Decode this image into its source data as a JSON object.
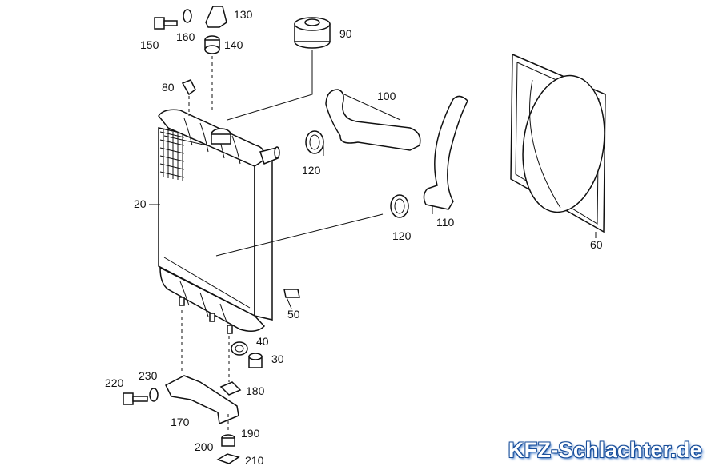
{
  "diagram": {
    "callouts": {
      "c130": "130",
      "c150": "150",
      "c160": "160",
      "c140": "140",
      "c90": "90",
      "c80": "80",
      "c100": "100",
      "c120a": "120",
      "c120b": "120",
      "c110": "110",
      "c60": "60",
      "c20": "20",
      "c50": "50",
      "c40": "40",
      "c30": "30",
      "c220": "220",
      "c230": "230",
      "c180": "180",
      "c170": "170",
      "c190": "190",
      "c200": "200",
      "c210": "210"
    }
  },
  "watermark": {
    "text": "KFZ-Schlachter.de"
  }
}
